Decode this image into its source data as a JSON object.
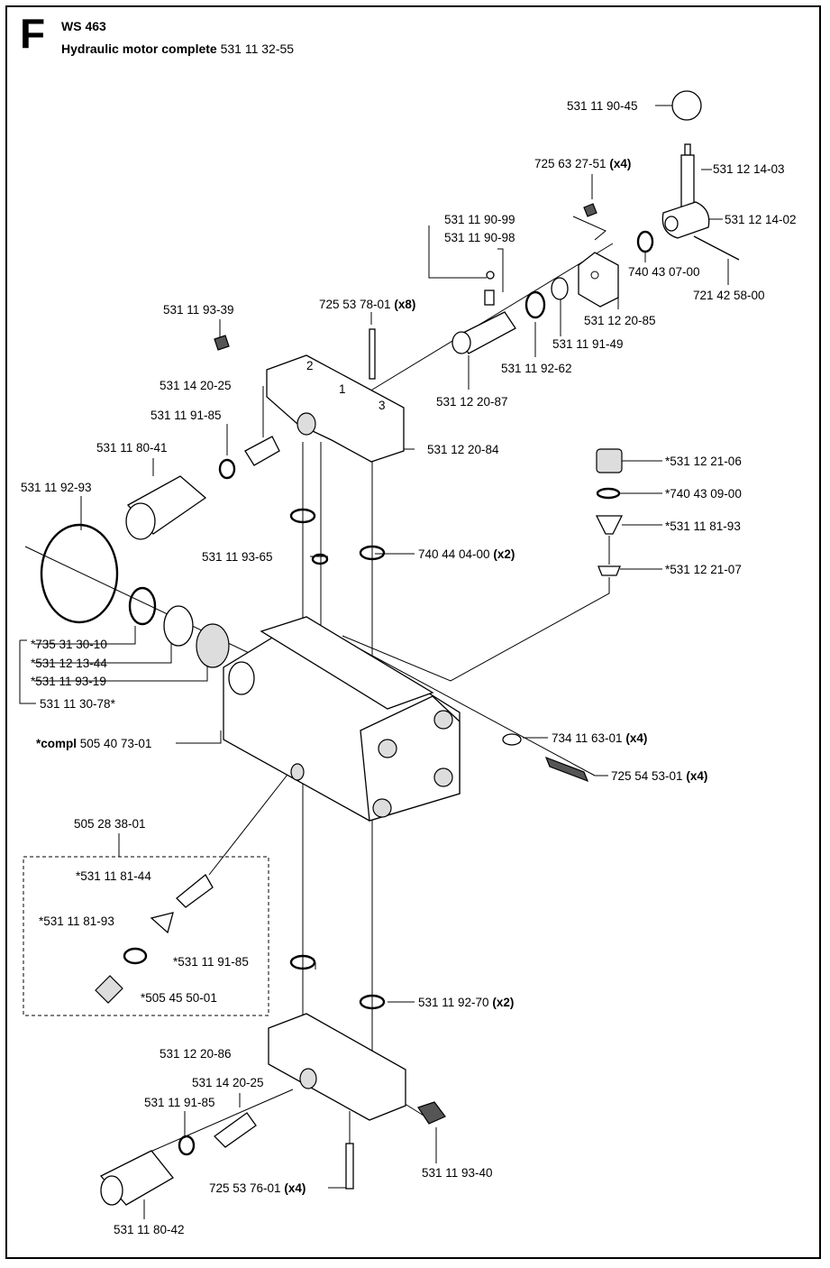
{
  "header": {
    "section_letter": "F",
    "model": "WS 463",
    "title_bold": "Hydraulic motor complete",
    "title_number": "531 11 32-55"
  },
  "labels": {
    "p01": {
      "num": "531 11 90-45",
      "qty": ""
    },
    "p02": {
      "num": "725 63 27-51",
      "qty": "(x4)"
    },
    "p03": {
      "num": "531 12 14-03",
      "qty": ""
    },
    "p04": {
      "num": "531 11 90-99",
      "qty": ""
    },
    "p05": {
      "num": "531 11 90-98",
      "qty": ""
    },
    "p06": {
      "num": "531 12 14-02",
      "qty": ""
    },
    "p07": {
      "num": "740 43 07-00",
      "qty": ""
    },
    "p08": {
      "num": "721 42 58-00",
      "qty": ""
    },
    "p09": {
      "num": "725 53 78-01",
      "qty": "(x8)"
    },
    "p10": {
      "num": "531 11 93-39",
      "qty": ""
    },
    "p11": {
      "num": "531 12 20-85",
      "qty": ""
    },
    "p12": {
      "num": "531 11 91-49",
      "qty": ""
    },
    "p13": {
      "num": "531 11 92-62",
      "qty": ""
    },
    "p14": {
      "num": "531 14 20-25",
      "qty": ""
    },
    "p15": {
      "num": "531 12 20-87",
      "qty": ""
    },
    "p16": {
      "num": "531 11 91-85",
      "qty": ""
    },
    "p17": {
      "num": "531 11 80-41",
      "qty": ""
    },
    "p18": {
      "num": "531 12 20-84",
      "qty": ""
    },
    "p19": {
      "num": "531 11 92-93",
      "qty": ""
    },
    "p20": {
      "num": "*531 12 21-06",
      "qty": ""
    },
    "p21": {
      "num": "*740 43 09-00",
      "qty": ""
    },
    "p22": {
      "num": "*531 11 81-93",
      "qty": ""
    },
    "p23": {
      "num": "531 11 93-65",
      "qty": ""
    },
    "p24": {
      "num": "740 44 04-00",
      "qty": "(x2)"
    },
    "p25": {
      "num": "*531 12 21-07",
      "qty": ""
    },
    "p26": {
      "num": "*735 31 30-10",
      "qty": ""
    },
    "p27": {
      "num": "*531 12 13-44",
      "qty": ""
    },
    "p28": {
      "num": "*531 11 93-19",
      "qty": ""
    },
    "p29": {
      "num": "531 11 30-78*",
      "qty": ""
    },
    "p30": {
      "num": "734 11 63-01",
      "qty": "(x4)"
    },
    "p31": {
      "prefix": "*compl",
      "num": "505 40 73-01",
      "qty": ""
    },
    "p32": {
      "num": "725 54 53-01",
      "qty": "(x4)"
    },
    "p33": {
      "num": "505 28 38-01",
      "qty": ""
    },
    "p34": {
      "num": "*531 11 81-44",
      "qty": ""
    },
    "p35": {
      "num": "*531 11 81-93",
      "qty": ""
    },
    "p36": {
      "num": "*531 11 91-85",
      "qty": ""
    },
    "p37": {
      "num": "*505 45 50-01",
      "qty": ""
    },
    "p38": {
      "num": "531 11 92-70",
      "qty": "(x2)"
    },
    "p39": {
      "num": "531 12 20-86",
      "qty": ""
    },
    "p40": {
      "num": "531 14 20-25",
      "qty": ""
    },
    "p41": {
      "num": "531 11 91-85",
      "qty": ""
    },
    "p42": {
      "num": "725 53 76-01",
      "qty": "(x4)"
    },
    "p43": {
      "num": "531 11 93-40",
      "qty": ""
    },
    "p44": {
      "num": "531 11 80-42",
      "qty": ""
    }
  },
  "port_marks": [
    "1",
    "2",
    "3"
  ]
}
